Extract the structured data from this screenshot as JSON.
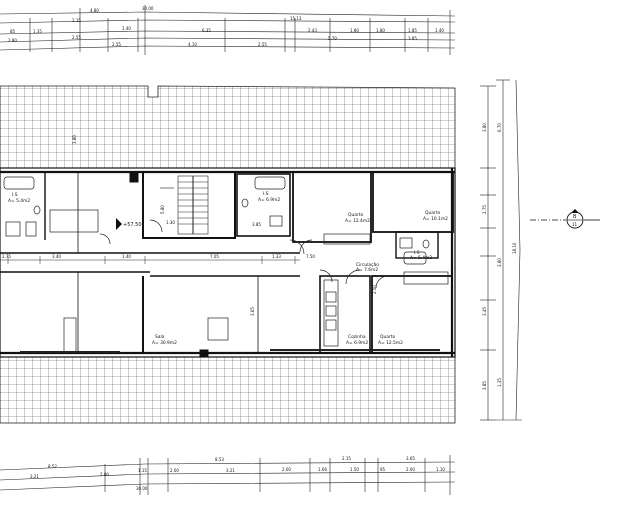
{
  "top_dims": {
    "row1": [
      "4.80",
      "30.00"
    ],
    "row2": [
      "2.15",
      "15.13"
    ],
    "row3": [
      "85",
      "1.35",
      "1.40",
      "6.35",
      "2.43",
      "1.80",
      "1.80",
      "1.85",
      "1.40"
    ],
    "row4": [
      "2.80",
      "2.55",
      "5.70",
      "3.85"
    ],
    "row5": [
      "2.55",
      "4.10",
      "2.55"
    ]
  },
  "right_dims": {
    "outer": "18.10",
    "mid": [
      "6.70",
      "3.80",
      "1.35"
    ],
    "inner": [
      "3.80",
      "2.75",
      "3.45",
      "3.85"
    ]
  },
  "bottom_dims": {
    "row1": [
      "8.52",
      "8.53",
      "2.15",
      "3.65"
    ],
    "row2": [
      "3.21",
      "2.00",
      "1.15",
      "2.00",
      "3.21",
      "2.00",
      "1.66",
      "1.50",
      "95",
      "2.00",
      "1.10"
    ],
    "row3": [
      "30.00"
    ]
  },
  "middle_dims": [
    "2.75",
    "3.40",
    "1.40",
    "7.05",
    "1.33",
    "7.50",
    "1.30",
    "3.85"
  ],
  "rooms": {
    "quarto1": {
      "name": "Quarto",
      "area": "A= 12.4m2"
    },
    "quarto2": {
      "name": "Quarto",
      "area": "A= 10.1m2"
    },
    "is1": {
      "name": "I.S",
      "area": "A= 5.4m2"
    },
    "is2": {
      "name": "I.S",
      "area": "A= 6.9m2"
    },
    "is3": {
      "name": "I.S",
      "area": "A= 5.4m2"
    },
    "circulacao": {
      "name": "Circulação",
      "area": "A= 7.6m2"
    },
    "sala": {
      "name": "Sala",
      "area": "A= 30.9m2"
    },
    "cozinha": {
      "name": "Cozinha",
      "area": "A= 6.9m2"
    },
    "quarto3": {
      "name": "Quarto",
      "area": "A= 12.5m2"
    }
  },
  "level": "+57.50",
  "section": {
    "letter": "B",
    "number": "11"
  },
  "misc_labels": [
    "3.80",
    "5.80",
    "3.65",
    "2.50"
  ]
}
